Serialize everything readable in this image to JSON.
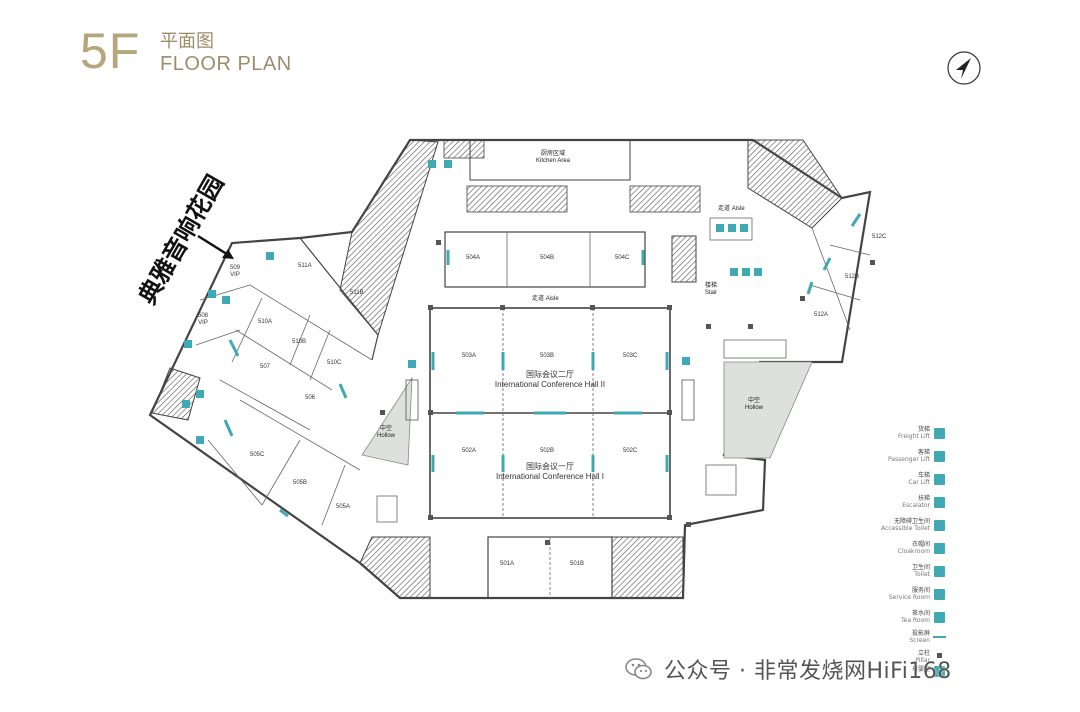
{
  "header": {
    "floor": "5F",
    "title_cn": "平面图",
    "title_en": "FLOOR PLAN"
  },
  "annotation": {
    "text": "典雅音响花园"
  },
  "map": {
    "rooms": [
      {
        "id": "509",
        "label": "509",
        "sub": "VIP"
      },
      {
        "id": "508",
        "label": "508",
        "sub": "VIP"
      },
      {
        "id": "511A",
        "label": "511A"
      },
      {
        "id": "511B",
        "label": "511B"
      },
      {
        "id": "510A",
        "label": "510A"
      },
      {
        "id": "510B",
        "label": "510B"
      },
      {
        "id": "510C",
        "label": "510C"
      },
      {
        "id": "507",
        "label": "507"
      },
      {
        "id": "506",
        "label": "506"
      },
      {
        "id": "505C",
        "label": "505C"
      },
      {
        "id": "505B",
        "label": "505B"
      },
      {
        "id": "505A",
        "label": "505A"
      },
      {
        "id": "504A",
        "label": "504A"
      },
      {
        "id": "504B",
        "label": "504B"
      },
      {
        "id": "504C",
        "label": "504C"
      },
      {
        "id": "503A",
        "label": "503A"
      },
      {
        "id": "503B",
        "label": "503B"
      },
      {
        "id": "503C",
        "label": "503C"
      },
      {
        "id": "502A",
        "label": "502A"
      },
      {
        "id": "502B",
        "label": "502B"
      },
      {
        "id": "502C",
        "label": "502C"
      },
      {
        "id": "501A",
        "label": "501A"
      },
      {
        "id": "501B",
        "label": "501B"
      },
      {
        "id": "512A",
        "label": "512A"
      },
      {
        "id": "512B",
        "label": "512B"
      },
      {
        "id": "512C",
        "label": "512C"
      }
    ],
    "kitchen": {
      "cn": "厨房区域",
      "en": "Kitchen Area"
    },
    "aisle_top": {
      "cn": "走道",
      "en": "Aisle"
    },
    "aisle_mid": {
      "cn": "走道",
      "en": "Aisle"
    },
    "stair": {
      "cn": "楼梯",
      "en": "Stair"
    },
    "hall2": {
      "cn": "国际会议二厅",
      "en": "International Conference Hall II"
    },
    "hall1": {
      "cn": "国际会议一厅",
      "en": "International Conference Hall I"
    },
    "hollow_left": {
      "cn": "中空",
      "en": "Hollow"
    },
    "hollow_right": {
      "cn": "中空",
      "en": "Hollow"
    }
  },
  "legend": [
    {
      "cn": "货梯",
      "en": "Freight Lift",
      "icon": "freight-lift-icon"
    },
    {
      "cn": "客梯",
      "en": "Passenger Lift",
      "icon": "passenger-lift-icon"
    },
    {
      "cn": "车梯",
      "en": "Car Lift",
      "icon": "car-lift-icon"
    },
    {
      "cn": "扶梯",
      "en": "Escalator",
      "icon": "escalator-icon"
    },
    {
      "cn": "无障碍卫生间",
      "en": "Accessible Toilet",
      "icon": "accessible-toilet-icon"
    },
    {
      "cn": "衣帽间",
      "en": "Cloakroom",
      "icon": "cloakroom-icon"
    },
    {
      "cn": "卫生间",
      "en": "Toilet",
      "icon": "toilet-icon"
    },
    {
      "cn": "服务间",
      "en": "Service Room",
      "icon": "service-room-icon"
    },
    {
      "cn": "茶水间",
      "en": "Tea Room",
      "icon": "tea-room-icon"
    },
    {
      "cn": "投影屏",
      "en": "Screen",
      "icon": "screen-icon"
    },
    {
      "cn": "立柱",
      "en": "Pillar",
      "icon": "pillar-icon"
    },
    {
      "cn": "母婴室",
      "en": "",
      "icon": "nursing-room-icon"
    }
  ],
  "watermark": {
    "text": "公众号 · 非常发烧网HiFi168"
  },
  "colors": {
    "accent": "#3fa9b4",
    "title": "#b5a67e",
    "wall": "#444444",
    "hollow": "#dde0dd"
  }
}
